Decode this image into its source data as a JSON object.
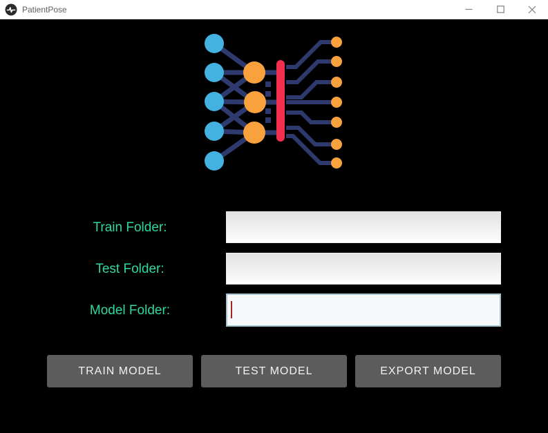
{
  "window": {
    "title": "PatientPose",
    "icon": "heartbeat-app-icon",
    "controls": [
      {
        "name": "minimize"
      },
      {
        "name": "maximize"
      },
      {
        "name": "close"
      }
    ]
  },
  "graphic": {
    "name": "neural-network-illustration",
    "colors": {
      "input_nodes": "#43b2e0",
      "hidden_nodes": "#f9a13c",
      "output_nodes": "#f9a13c",
      "activation_bar": "#f22f4e",
      "connections": "#2e3a6d"
    }
  },
  "form": {
    "fields": [
      {
        "id": "train-folder",
        "label": "Train Folder:",
        "value": "",
        "focused": false
      },
      {
        "id": "test-folder",
        "label": "Test Folder:",
        "value": "",
        "focused": false
      },
      {
        "id": "model-folder",
        "label": "Model Folder:",
        "value": "",
        "focused": true
      }
    ]
  },
  "actions": [
    {
      "id": "train-model",
      "label": "TRAIN MODEL"
    },
    {
      "id": "test-model",
      "label": "TEST MODEL"
    },
    {
      "id": "export-model",
      "label": "EXPORT MODEL"
    }
  ],
  "theme": {
    "background": "#000000",
    "titlebar_bg": "#ffffff",
    "title_text_color": "#5f5f5f",
    "label_color": "#2fd7a2",
    "field_bg_top": "#e2e2e2",
    "field_bg_bottom": "#fdfdfd",
    "focused_field_bg": "#f7f9fa",
    "focused_border": "#a6c5d2",
    "caret_color": "#a12626",
    "button_bg": "#5c5c5c",
    "button_text_color": "#f2f2f2"
  }
}
